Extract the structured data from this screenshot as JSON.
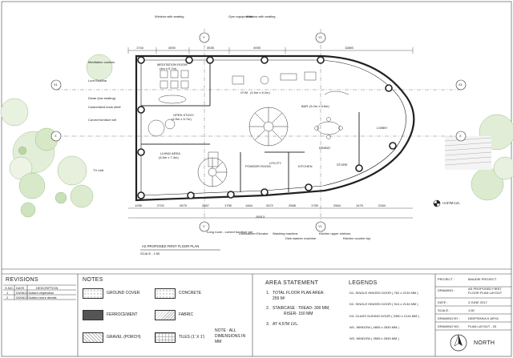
{
  "plan": {
    "title": "AS PROPOSED FIRST FLOOR PLAN",
    "scale": "SCALE : 1:50",
    "level_marker": "+4.57M LVL.",
    "grid_labels": [
      "Y",
      "Y1",
      "X1",
      "X",
      "X1",
      "X",
      "Y",
      "Y1"
    ],
    "top_dims": [
      "1744",
      "4000",
      "3535",
      "4935",
      "11880"
    ],
    "bottom_dims": [
      "1255",
      "2702",
      "2675",
      "2567",
      "1755",
      "1464",
      "2672",
      "2568",
      "1755",
      "2564",
      "1475",
      "2264"
    ],
    "overall_dim": "26513",
    "rooms": [
      {
        "name": "MEDITATION ROOM",
        "size": "(4m x 6.7m)"
      },
      {
        "name": "OPEN STUDY",
        "size": "(4.5m x 5.7m)"
      },
      {
        "name": "LIVING AREA",
        "size": "(4.5m x 7.4m)"
      },
      {
        "name": "GYM",
        "size": "(4.5m x 8.2m)"
      },
      {
        "name": "POWDER ROOM",
        "size": ""
      },
      {
        "name": "UTILITY",
        "size": ""
      },
      {
        "name": "KITCHEN",
        "size": ""
      },
      {
        "name": "BAR",
        "size": "(5.2m x 5.6m)"
      },
      {
        "name": "DINING",
        "size": ""
      },
      {
        "name": "STORE",
        "size": ""
      },
      {
        "name": "LOBBY",
        "size": ""
      }
    ],
    "left_callouts": [
      "Meditation cushion",
      "Lord Buddha",
      "Divan (low seating)",
      "Customised book shelf",
      "Curved furniture set",
      "TV Unit"
    ],
    "top_callouts": [
      "Window with seating",
      "Gym equipments",
      "Window with seating"
    ],
    "bottom_callouts": [
      "Long room - curved furniture set",
      "Dishwasher",
      "Elevator",
      "Washing machine",
      "Dish washer machine",
      "Kitchen upper shelves",
      "Kitchen counter top"
    ]
  },
  "revisions": {
    "title": "REVISIONS",
    "headers": [
      "S.NO.",
      "DATE",
      "DESCRIPTION"
    ],
    "rows": [
      [
        "1",
        "03/06/17",
        "Added vegetation"
      ],
      [
        "2",
        "03/06/17",
        "Added more details"
      ]
    ]
  },
  "notes": {
    "title": "NOTES",
    "legend": [
      {
        "label": "GROUND COVER",
        "pattern": "dots"
      },
      {
        "label": "CONCRETE",
        "pattern": "dots"
      },
      {
        "label": "FERROCEMENT",
        "pattern": "fill"
      },
      {
        "label": "FABRIC",
        "pattern": "fabric"
      },
      {
        "label": "GRAVEL (PORCH)",
        "pattern": "gravel"
      },
      {
        "label": "TILES (1' X 1')",
        "pattern": "tile"
      }
    ],
    "note_text": [
      "NOTE : ALL",
      "DIMENSIONS IN",
      "MM"
    ]
  },
  "area_statement": {
    "title": "AREA STATEMENT",
    "items": [
      {
        "no": "1.",
        "lines": [
          "TOTAL FLOOR PLAN AREA:",
          "259 M²"
        ]
      },
      {
        "no": "2.",
        "lines": [
          "STAIRCASE : TREAD- 300 MM,",
          "RISER- 150 MM"
        ]
      },
      {
        "no": "3.",
        "lines": [
          "AT 4.57M LVL."
        ]
      }
    ]
  },
  "legends": {
    "title": "LEGENDS",
    "items": [
      "D1- SINGLE HINGED DOOR ( 762 x 2134 MM )",
      "D2- SINGLE HINGED DOOR ( 914 x 2134 MM )",
      "D3- GLASS SLIDING DOOR ( 3350 x 2134 MM )",
      "W1- WINDOW ( 4805 x 2630 MM )",
      "W2- WINDOW ( 3505 x 2630 MM )"
    ]
  },
  "title_block": {
    "rows": [
      {
        "label": "PROJECT :",
        "value": "MAUDIE PROJECT"
      },
      {
        "label": "DRAWING :",
        "value": "AS PROPOSED FIRST FLOOR PLAN LAYOUT"
      },
      {
        "label": "DATE :",
        "value": "3 JUNE 2017"
      },
      {
        "label": "SCALE :",
        "value": "1:50"
      },
      {
        "label": "DRAWING BY :",
        "value": "DEEPSHIKA K ARYA"
      },
      {
        "label": "DRAWING NO. :",
        "value": "PLAN LAYOUT - 03"
      }
    ],
    "north": "NORTH"
  }
}
